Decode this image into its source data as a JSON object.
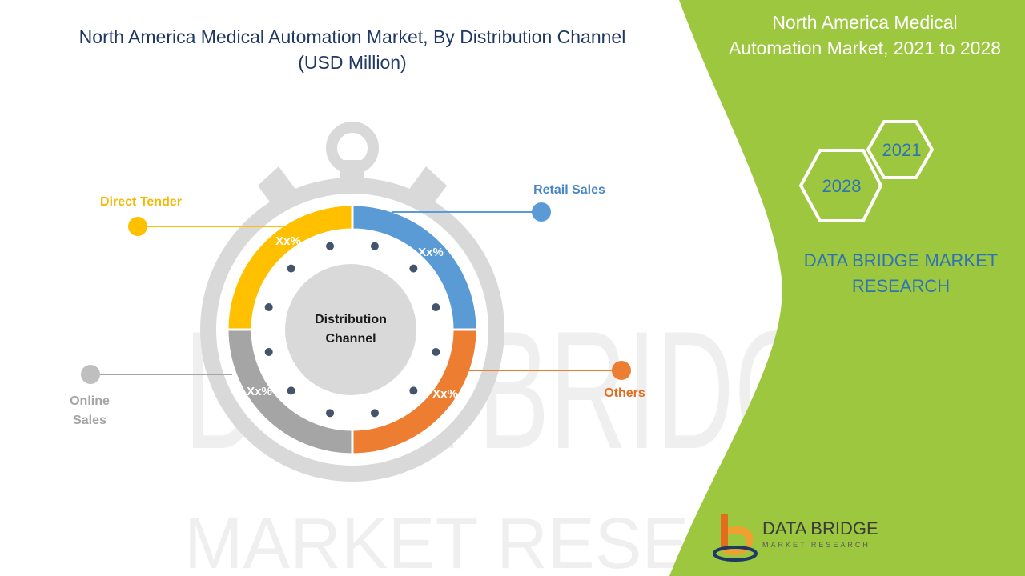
{
  "header": {
    "title_line1": "North America Medical Automation Market, By Distribution Channel",
    "title_line2": "(USD Million)"
  },
  "side_panel": {
    "title_line1": "North America Medical",
    "title_line2": "Automation Market, 2021 to 2028",
    "year_start": "2021",
    "year_end": "2028",
    "brand_line1": "DATA BRIDGE MARKET",
    "brand_line2": "RESEARCH",
    "colors": {
      "panel": "#9dc73f",
      "hexagon": "#ffffff",
      "year_text": "#2e74b5"
    }
  },
  "logo": {
    "name": "DATA BRIDGE",
    "tagline": "MARKET RESEARCH",
    "icon": "data-bridge-logo-icon"
  },
  "watermark": {
    "line1": "DATA BRIDGE",
    "line2": "MARKET RESEARCH"
  },
  "chart_data": {
    "type": "donut",
    "title": "North America Medical Automation Market, By Distribution Channel (USD Million)",
    "center_label_line1": "Distribution",
    "center_label_line2": "Channel",
    "segments": [
      {
        "name": "Direct Tender",
        "value_label": "Xx%",
        "share": 0.25,
        "color": "#ffc000",
        "legend_label": "Direct Tender"
      },
      {
        "name": "Retail Sales",
        "value_label": "Xx%",
        "share": 0.25,
        "color": "#5b9bd5",
        "legend_label": "Retail Sales"
      },
      {
        "name": "Others",
        "value_label": "Xx%",
        "share": 0.25,
        "color": "#ed7d31",
        "legend_label": "Others"
      },
      {
        "name": "Online Sales",
        "value_label": "Xx%",
        "share": 0.25,
        "color": "#a5a5a5",
        "legend_label_line1": "Online",
        "legend_label_line2": "Sales"
      }
    ]
  }
}
